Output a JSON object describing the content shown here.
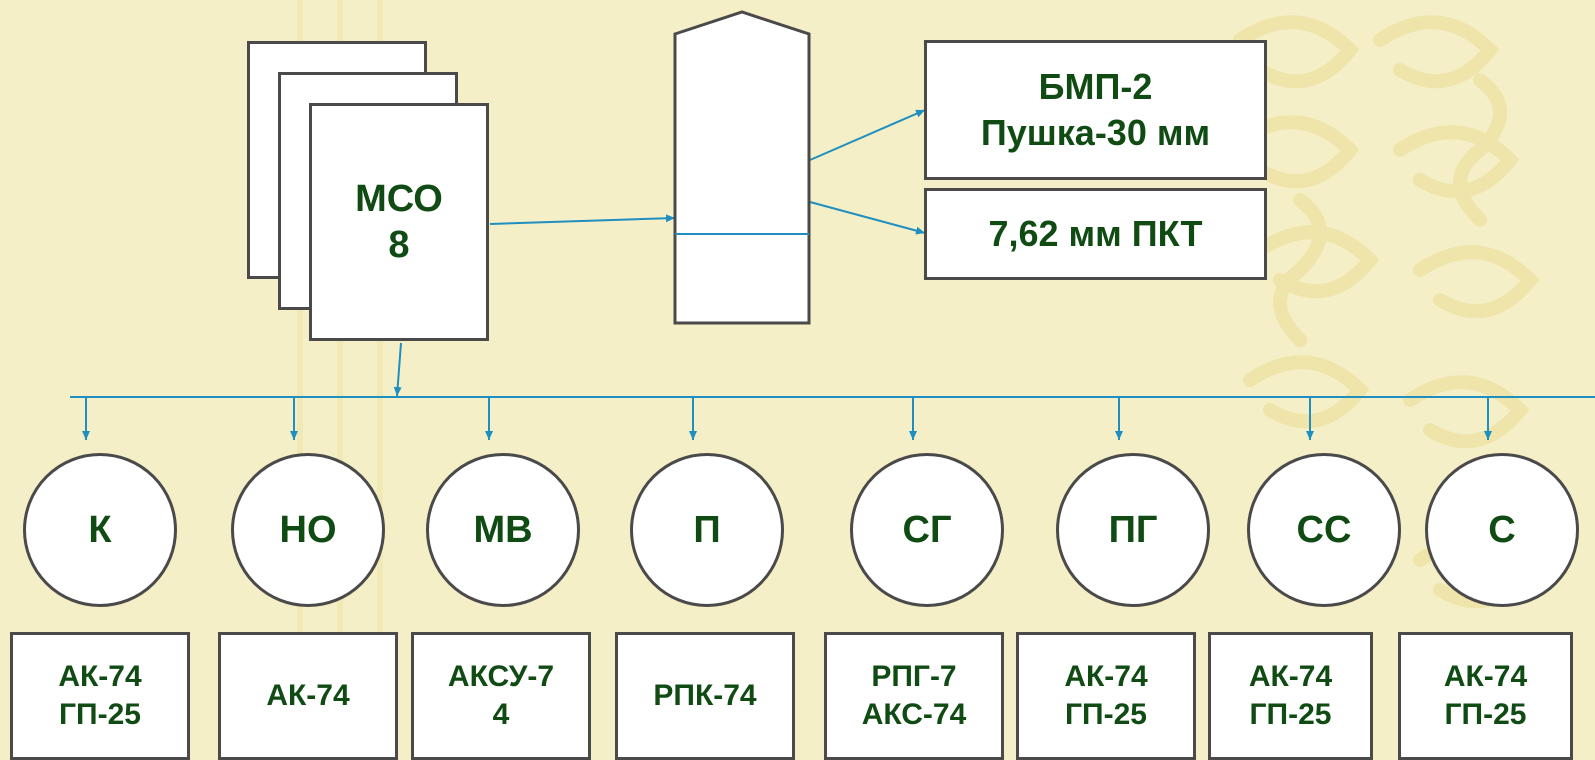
{
  "colors": {
    "background": "#f4efc6",
    "pattern": "#efe3a6",
    "text": "#114b14",
    "border": "#4a4a4a",
    "connector": "#1e8fc0"
  },
  "squad": {
    "label": "МСО\n8"
  },
  "vehicle": {
    "main_weapon": "БМП-2\nПушка-30 мм",
    "secondary_weapon": "7,62 мм ПКТ"
  },
  "positions": [
    {
      "code": "К",
      "weapon": "АК-74\nГП-25"
    },
    {
      "code": "НО",
      "weapon": "АК-74"
    },
    {
      "code": "МВ",
      "weapon": "АКСУ-7\n4"
    },
    {
      "code": "П",
      "weapon": "РПК-74"
    },
    {
      "code": "СГ",
      "weapon": "РПГ-7\nАКС-74"
    },
    {
      "code": "ПГ",
      "weapon": "АК-74\nГП-25"
    },
    {
      "code": "СС",
      "weapon": "АК-74\nГП-25"
    },
    {
      "code": "С",
      "weapon": "АК-74\nГП-25"
    }
  ]
}
